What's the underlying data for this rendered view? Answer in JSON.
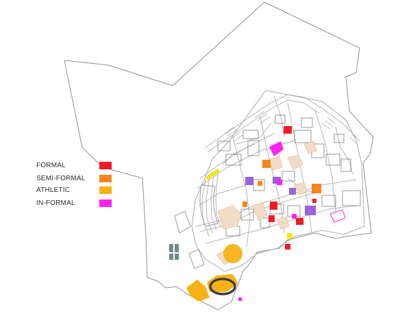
{
  "legend": {
    "items": [
      {
        "label": "FORMAL",
        "color": "#ee1c24"
      },
      {
        "label": "SEMI-FORMAL",
        "color": "#f7851e"
      },
      {
        "label": "ATHLETIC",
        "color": "#f7b216"
      },
      {
        "label": "IN-FORMAL",
        "color": "#ff22f2"
      }
    ]
  },
  "colors": {
    "outline": "#8f8f8f",
    "road": "#b3b3b3",
    "plaza": "#f3dcc6",
    "building": "#9a63d8"
  }
}
